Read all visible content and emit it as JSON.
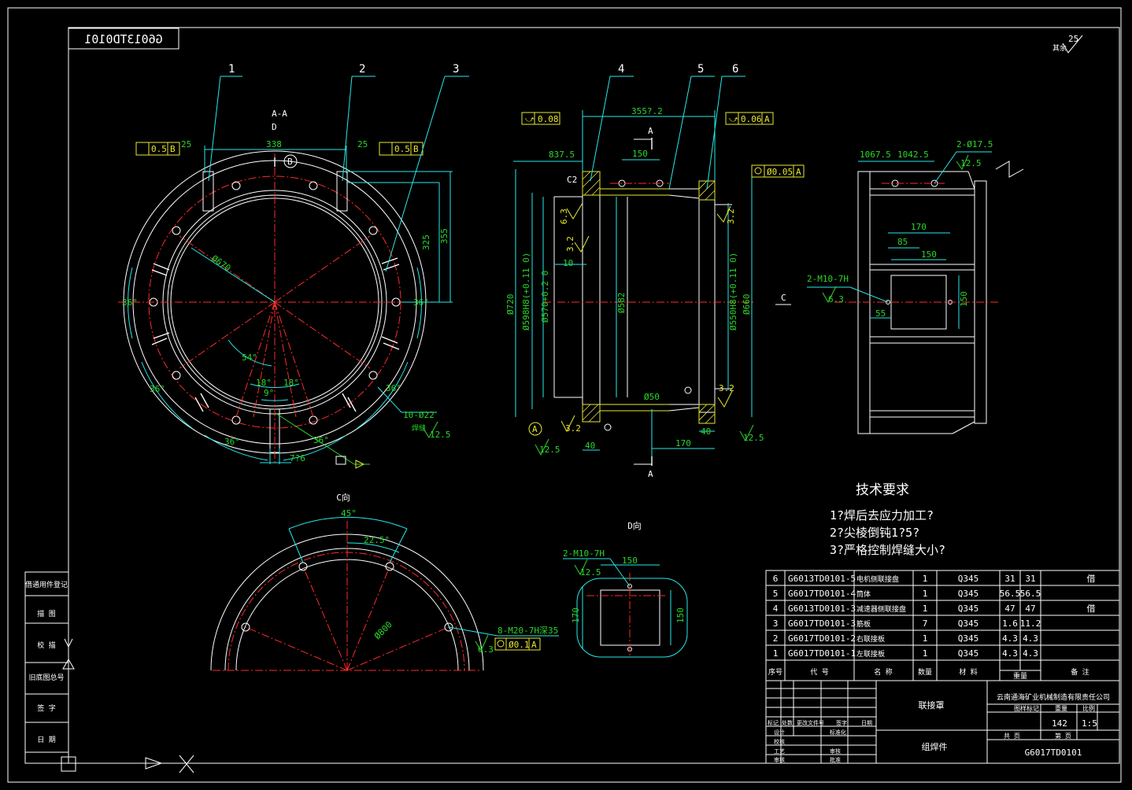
{
  "drawing": {
    "number_mirrored": "G6013TD0101",
    "roughness_other": "25",
    "roughness_other_label": "其余"
  },
  "section_aa": {
    "label": "A-A",
    "leaders": [
      "1",
      "2",
      "3"
    ],
    "dims": [
      "338",
      "25",
      "25",
      "325",
      "355",
      "Ø670",
      "36°",
      "36°",
      "36°",
      "36°",
      "36°",
      "36°",
      "54°",
      "18°",
      "18°",
      "9°",
      "7?6",
      "10-Ø22",
      "12.5"
    ],
    "flatness": "0.5",
    "datum_b": "B",
    "d_view_marker": "D",
    "weld_note": "焊缝"
  },
  "side_view": {
    "leaders": [
      "4",
      "5",
      "6"
    ],
    "runout_left": "0.08",
    "runout_right": "0.06",
    "datum": "A",
    "concentricity": "Ø0.05",
    "dims": [
      "355?.2",
      "837.5",
      "150",
      "C2",
      "10",
      "Ø720",
      "Ø598H8(+0.11 0)",
      "Ø570+0.2 0",
      "Ø582",
      "Ø50",
      "Ø550H8(+0.11 0)",
      "Ø660",
      "40",
      "170",
      "40",
      "6.3",
      "3.2",
      "3.2",
      "3.2",
      "3.2",
      "12.5",
      "12.5"
    ],
    "section_marker": "A",
    "view_c_marker": "C"
  },
  "top_view": {
    "dims": [
      "1067.5",
      "1042.5",
      "2-Ø17.5",
      "12.5",
      "170",
      "85",
      "150",
      "150",
      "2-M10-7H",
      "6.3",
      "55"
    ]
  },
  "view_c": {
    "label": "C向",
    "dims": [
      "45°",
      "22.5°",
      "Ø800",
      "8-M20-7H深35",
      "6.3",
      "Ø0.1",
      "A"
    ]
  },
  "view_d": {
    "label": "D向",
    "dims": [
      "2-M10-7H",
      "12.5",
      "150",
      "170",
      "150"
    ]
  },
  "tech_req": {
    "title": "技术要求",
    "lines": [
      "1?焊后去应力加工?",
      "2?尖棱倒钝1?5?",
      "3?严格控制焊缝大小?"
    ]
  },
  "bom": {
    "rows": [
      {
        "no": "6",
        "code": "G6013TD0101-5",
        "name": "电机侧联接盘",
        "qty": "1",
        "mat": "Q345",
        "w1": "31",
        "w2": "31",
        "note": "借"
      },
      {
        "no": "5",
        "code": "G6017TD0101-4",
        "name": "筒体",
        "qty": "1",
        "mat": "Q345",
        "w1": "56.5",
        "w2": "56.5",
        "note": ""
      },
      {
        "no": "4",
        "code": "G6013TD0101-3",
        "name": "减速器侧联接盘",
        "qty": "1",
        "mat": "Q345",
        "w1": "47",
        "w2": "47",
        "note": "借"
      },
      {
        "no": "3",
        "code": "G6017TD0101-3",
        "name": "筋板",
        "qty": "7",
        "mat": "Q345",
        "w1": "1.6",
        "w2": "11.2",
        "note": ""
      },
      {
        "no": "2",
        "code": "G6017TD0101-2",
        "name": "右联接板",
        "qty": "1",
        "mat": "Q345",
        "w1": "4.3",
        "w2": "4.3",
        "note": ""
      },
      {
        "no": "1",
        "code": "G6017TD0101-1",
        "name": "左联接板",
        "qty": "1",
        "mat": "Q345",
        "w1": "4.3",
        "w2": "4.3",
        "note": ""
      }
    ],
    "headers": {
      "no": "序号",
      "code": "代  号",
      "name": "名  称",
      "qty": "数量",
      "mat": "材  料",
      "weight": "重量",
      "note": "备  注"
    }
  },
  "title_block": {
    "part_name": "联接罩",
    "assembly": "组焊件",
    "company": "云南通海矿业机械制造有限责任公司",
    "mass": "142",
    "scale": "1:5",
    "drawing_no": "G6017TD0101",
    "labels": [
      "图样标记",
      "重量",
      "比例",
      "共  页",
      "第  页",
      "标记",
      "处数",
      "更改文件号",
      "签字",
      "日期",
      "设计",
      "标准化",
      "校核",
      "工艺",
      "审核",
      "批准"
    ]
  },
  "side_stamp": [
    "借通用件登记",
    "描  图",
    "校  描",
    "旧底图总号",
    "签  字",
    "日  期"
  ]
}
